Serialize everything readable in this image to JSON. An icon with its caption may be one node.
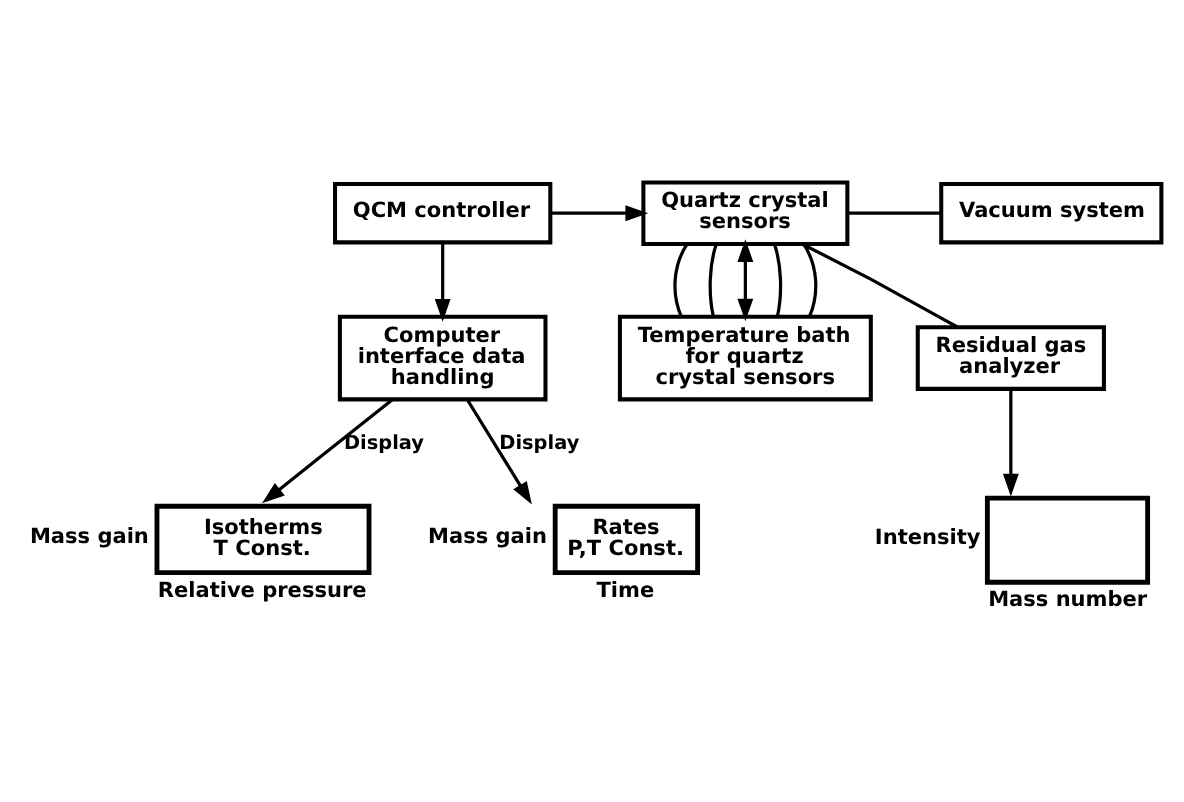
{
  "diagram": {
    "nodes": [
      {
        "text": [
          "QCM controller"
        ]
      },
      {
        "text": [
          "Quartz crystal sensors"
        ]
      },
      {
        "text": [
          "Vacuum system"
        ]
      },
      {
        "text": [
          "Computer interface data handling"
        ]
      },
      {
        "text": [
          "Temperature bath for quartz crystal sensors"
        ]
      },
      {
        "text": [
          "Residual gas analyzer"
        ]
      },
      {
        "text": [
          "Isotherms",
          "T Const."
        ],
        "beside": [
          "Mass gain",
          "Relative pressure"
        ]
      },
      {
        "text": [
          "Rates",
          "P,T Const."
        ],
        "beside": [
          "Mass gain",
          "Time"
        ]
      },
      {
        "text": [],
        "shape": "box",
        "beside": [
          "Intensity",
          "Mass number"
        ]
      }
    ],
    "edges": [
      {
        "from": 0,
        "to": 1,
        "arrow": "to"
      },
      {
        "from": 0,
        "to": 3,
        "arrow": "to"
      },
      {
        "from": 1,
        "to": 4,
        "arrow": "none"
      },
      {
        "from": 1,
        "to": 4,
        "arrow": "none"
      },
      {
        "from": 1,
        "to": 4,
        "arrow": "both"
      },
      {
        "from": 1,
        "to": 4,
        "arrow": "none"
      },
      {
        "from": 1,
        "to": 4,
        "arrow": "none"
      },
      {
        "from": 1,
        "to": 2,
        "arrow": "none"
      },
      {
        "from": 1,
        "to": 5,
        "arrow": "none"
      },
      {
        "from": 3,
        "to": 6,
        "arrow": "to",
        "label": "Display"
      },
      {
        "from": 3,
        "to": 7,
        "arrow": "to",
        "label": "Display"
      },
      {
        "from": 5,
        "to": 8,
        "arrow": "to"
      }
    ]
  }
}
